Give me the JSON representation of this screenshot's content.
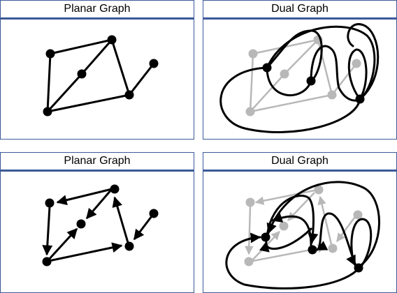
{
  "panels": [
    {
      "title": "Planar Graph"
    },
    {
      "title": "Dual Graph"
    },
    {
      "title": "Planar Graph"
    },
    {
      "title": "Dual Graph"
    }
  ],
  "colors": {
    "frame_border": "#3b5998",
    "primary_graph": "#000000",
    "faded_graph": "#b8b8b8"
  }
}
